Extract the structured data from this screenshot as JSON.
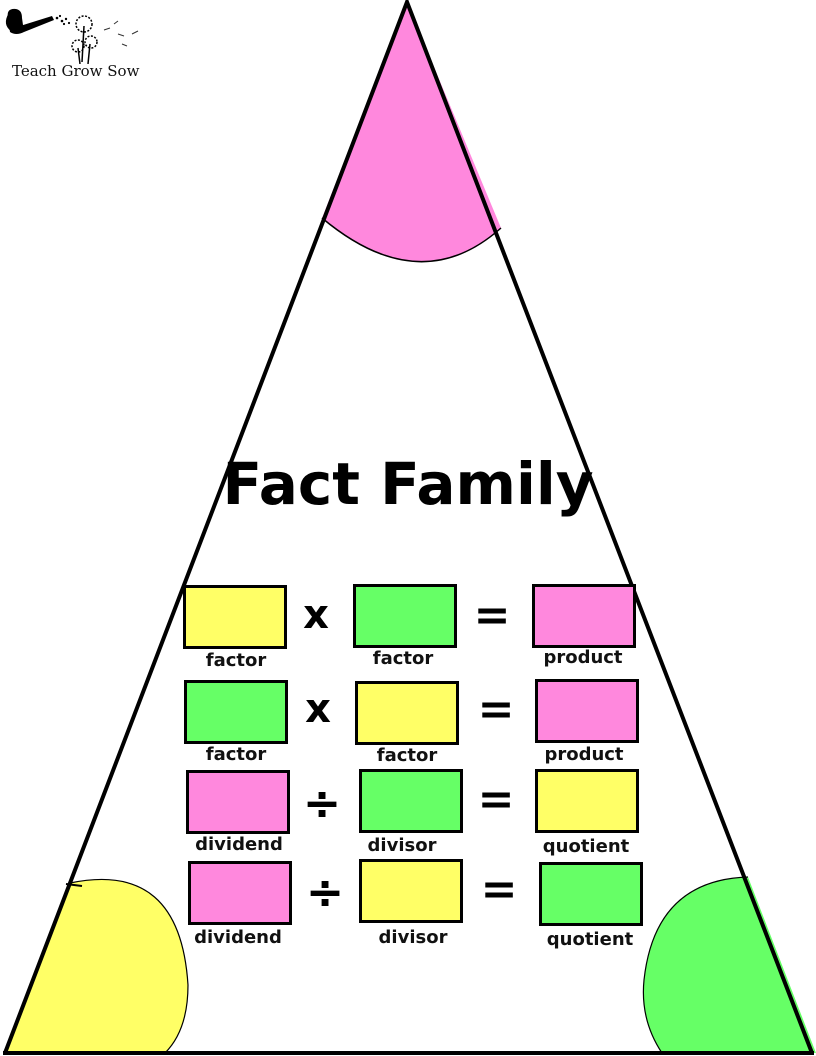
{
  "logo": {
    "text": "Teach Grow Sow",
    "icon": "watering-can-dandelion-icon"
  },
  "title": "Fact Family",
  "colors": {
    "yellow": "#ffff66",
    "green": "#66ff66",
    "pink": "#ff88dd",
    "outline": "#000000"
  },
  "corners": {
    "top": {
      "color": "pink"
    },
    "bottom_left": {
      "color": "yellow"
    },
    "bottom_right": {
      "color": "green"
    }
  },
  "rows": [
    {
      "operator": "x",
      "equals": "=",
      "boxes": [
        {
          "color": "yellow",
          "label": "factor"
        },
        {
          "color": "green",
          "label": "factor"
        },
        {
          "color": "pink",
          "label": "product"
        }
      ]
    },
    {
      "operator": "x",
      "equals": "=",
      "boxes": [
        {
          "color": "green",
          "label": "factor"
        },
        {
          "color": "yellow",
          "label": "factor"
        },
        {
          "color": "pink",
          "label": "product"
        }
      ]
    },
    {
      "operator": "÷",
      "equals": "=",
      "boxes": [
        {
          "color": "pink",
          "label": "dividend"
        },
        {
          "color": "green",
          "label": "divisor"
        },
        {
          "color": "yellow",
          "label": "quotient"
        }
      ]
    },
    {
      "operator": "÷",
      "equals": "=",
      "boxes": [
        {
          "color": "pink",
          "label": "dividend"
        },
        {
          "color": "yellow",
          "label": "divisor"
        },
        {
          "color": "green",
          "label": "quotient"
        }
      ]
    }
  ]
}
